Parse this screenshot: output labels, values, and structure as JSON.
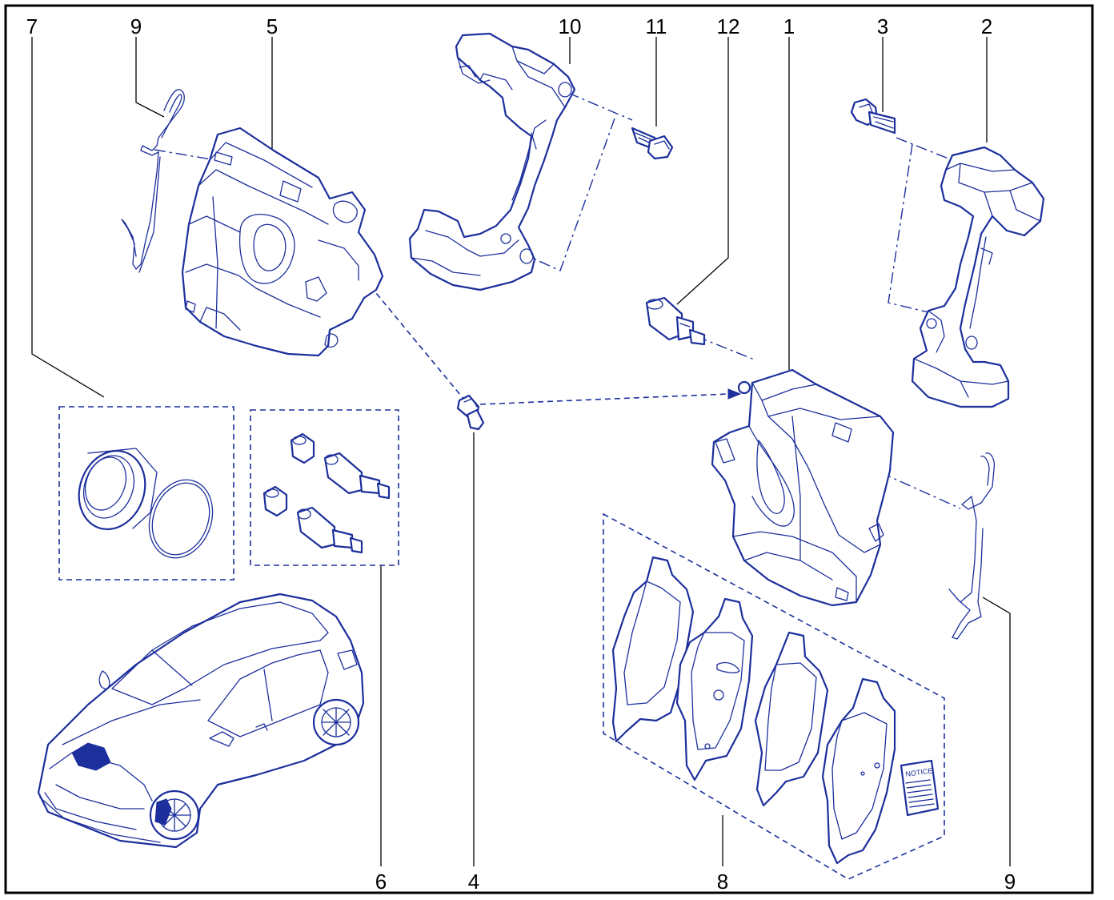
{
  "diagram": {
    "colors": {
      "line": "#1c2f9c",
      "label": "#000000",
      "frame": "#000000"
    },
    "callouts": {
      "c1": "1",
      "c2": "2",
      "c3": "3",
      "c4": "4",
      "c5": "5",
      "c6": "6",
      "c7": "7",
      "c8": "8",
      "c9_top": "9",
      "c9_bottom": "9",
      "c10": "10",
      "c11": "11",
      "c12": "12"
    },
    "notice_label": "NOTICE"
  }
}
